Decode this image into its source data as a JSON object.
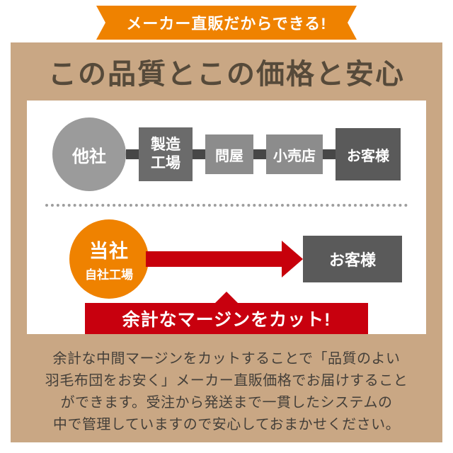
{
  "badge": {
    "label": "メーカー直販だからできる!"
  },
  "title": "この品質とこの価格と安心",
  "diagram": {
    "top_row": {
      "circle_label": "他社",
      "factory_label": "製造\n工場",
      "wholesaler_label": "問屋",
      "retailer_label": "小売店",
      "customer_label": "お客様"
    },
    "bottom_row": {
      "company_label": "当社",
      "company_sub_label": "自社工場",
      "customer_label": "お客様"
    },
    "banner_label": "余計なマージンをカット!"
  },
  "description": "余計な中間マージンをカットすることで「品質のよい\n羽毛布団をお安く」メーカー直販価格でお届けすること\nができます。受注から発送まで一貫したシステムの\n中で管理していますので安心しておまかせください。",
  "colors": {
    "accent_orange": "#ef8200",
    "accent_red": "#c8000e",
    "panel_tan": "#c9a784",
    "title_brown": "#564a3a",
    "gray_circle": "#9b9b9b",
    "dark_box": "#5a5a5a",
    "mid_box": "#8c8c8c"
  }
}
